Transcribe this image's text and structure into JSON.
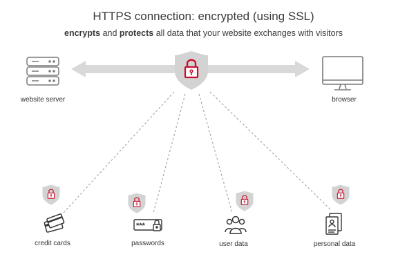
{
  "title": "HTTPS connection: encrypted (using SSL)",
  "subtitle": {
    "part1": "encrypts",
    "part2": " and ",
    "part3": "protects",
    "part4": " all data that your website exchanges with visitors"
  },
  "nodes": {
    "server_label": "website server",
    "browser_label": "browser"
  },
  "data_items": [
    {
      "label": "credit cards",
      "icon": "credit-cards-icon"
    },
    {
      "label": "passwords",
      "icon": "password-field-icon"
    },
    {
      "label": "user data",
      "icon": "users-icon"
    },
    {
      "label": "personal data",
      "icon": "id-document-icon"
    }
  ],
  "colors": {
    "accent": "#c8102e",
    "shield": "#d3d3d3",
    "arrow": "#d9d9d9",
    "icon_stroke": "#7a7a7a",
    "dash": "#999999"
  }
}
